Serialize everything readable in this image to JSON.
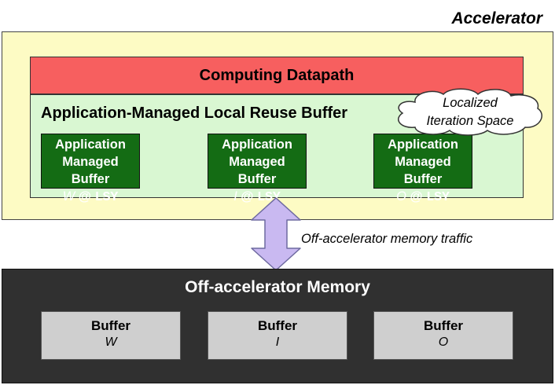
{
  "accelerator": {
    "title": "Accelerator",
    "datapath": "Computing Datapath",
    "reuse_buffer": "Application-Managed Local Reuse Buffer",
    "cloud": {
      "line1": "Localized",
      "line2": "Iteration Space"
    },
    "buffers": [
      {
        "line1": "Application",
        "line2": "Managed Buffer",
        "var": "W",
        "at": " @ ",
        "loc": "LSY"
      },
      {
        "line1": "Application",
        "line2": "Managed Buffer",
        "var": "I",
        "at": " @ ",
        "loc": "LSY"
      },
      {
        "line1": "Application",
        "line2": "Managed Buffer",
        "var": "O",
        "at": " @ ",
        "loc": "LSY"
      }
    ]
  },
  "traffic": {
    "label": "Off-accelerator memory traffic"
  },
  "memory": {
    "title": "Off-accelerator Memory",
    "buffers": [
      {
        "label": "Buffer",
        "var": "W"
      },
      {
        "label": "Buffer",
        "var": "I"
      },
      {
        "label": "Buffer",
        "var": "O"
      }
    ]
  },
  "colors": {
    "accelerator_bg": "#fdfbc4",
    "datapath_bg": "#f75f5f",
    "reuse_bg": "#d9f7d2",
    "app_buffer_bg": "#146c14",
    "arrow_fill": "#c9b9f1",
    "memory_bg": "#303030",
    "memory_buffer_bg": "#cfcfcf"
  }
}
